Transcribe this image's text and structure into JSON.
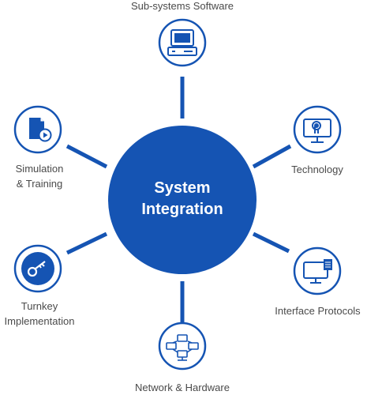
{
  "center": {
    "title_line1": "System",
    "title_line2": "Integration"
  },
  "nodes": [
    {
      "label": "Sub-systems Software",
      "icon": "computer-terminal-icon"
    },
    {
      "label": "Technology",
      "icon": "touch-monitor-icon"
    },
    {
      "label": "Interface Protocols",
      "icon": "monitor-document-icon"
    },
    {
      "label": "Network & Hardware",
      "icon": "network-nodes-icon"
    },
    {
      "label_line1": "Turnkey",
      "label_line2": "Implementation",
      "icon": "key-icon"
    },
    {
      "label_line1": "Simulation",
      "label_line2": "& Training",
      "icon": "document-play-icon"
    }
  ],
  "colors": {
    "primary": "#1554b3",
    "text": "#4a4a4a",
    "background": "#ffffff"
  }
}
